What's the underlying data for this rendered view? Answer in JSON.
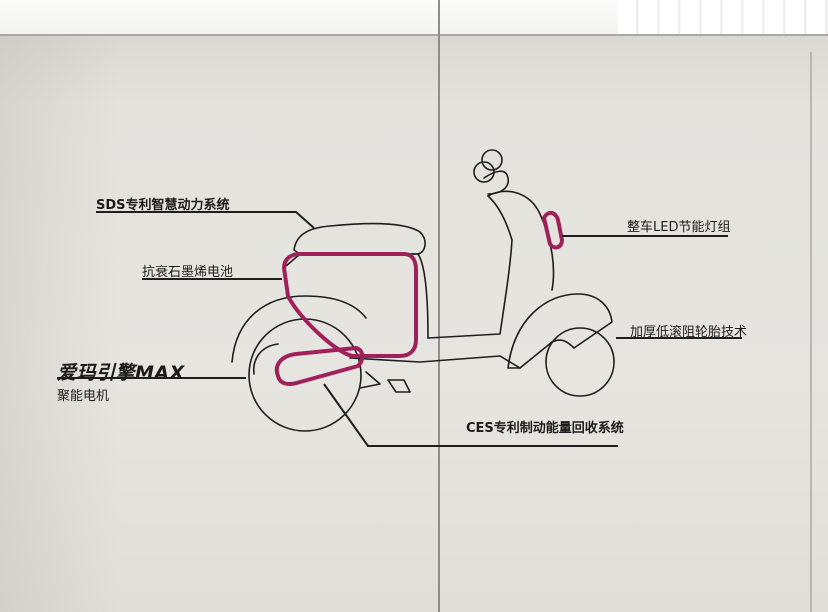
{
  "labels": {
    "sds": "SDS专利智慧动力系统",
    "battery": "抗衰石墨烯电池",
    "engine": "爱玛引擎MAX",
    "motor": "聚能电机",
    "led": "整车LED节能灯组",
    "tire": "加厚低滚阻轮胎技术",
    "ces": "CES专利制动能量回收系统"
  },
  "colors": {
    "wall": "#e6e5e0",
    "line": "#1e1e1e",
    "highlight": "#a0205a"
  }
}
